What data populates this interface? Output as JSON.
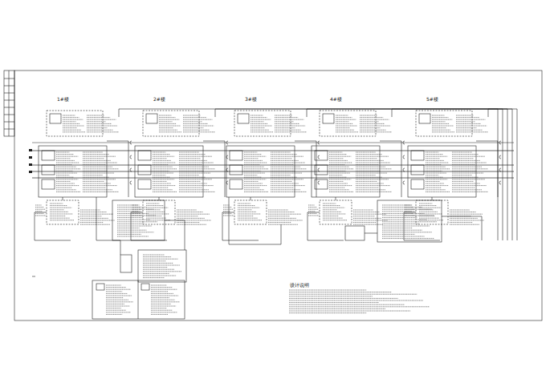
{
  "diagram": {
    "labels": [
      "1#楼",
      "2#楼",
      "3#楼",
      "4#楼",
      "5#楼",
      "设计说明"
    ]
  }
}
